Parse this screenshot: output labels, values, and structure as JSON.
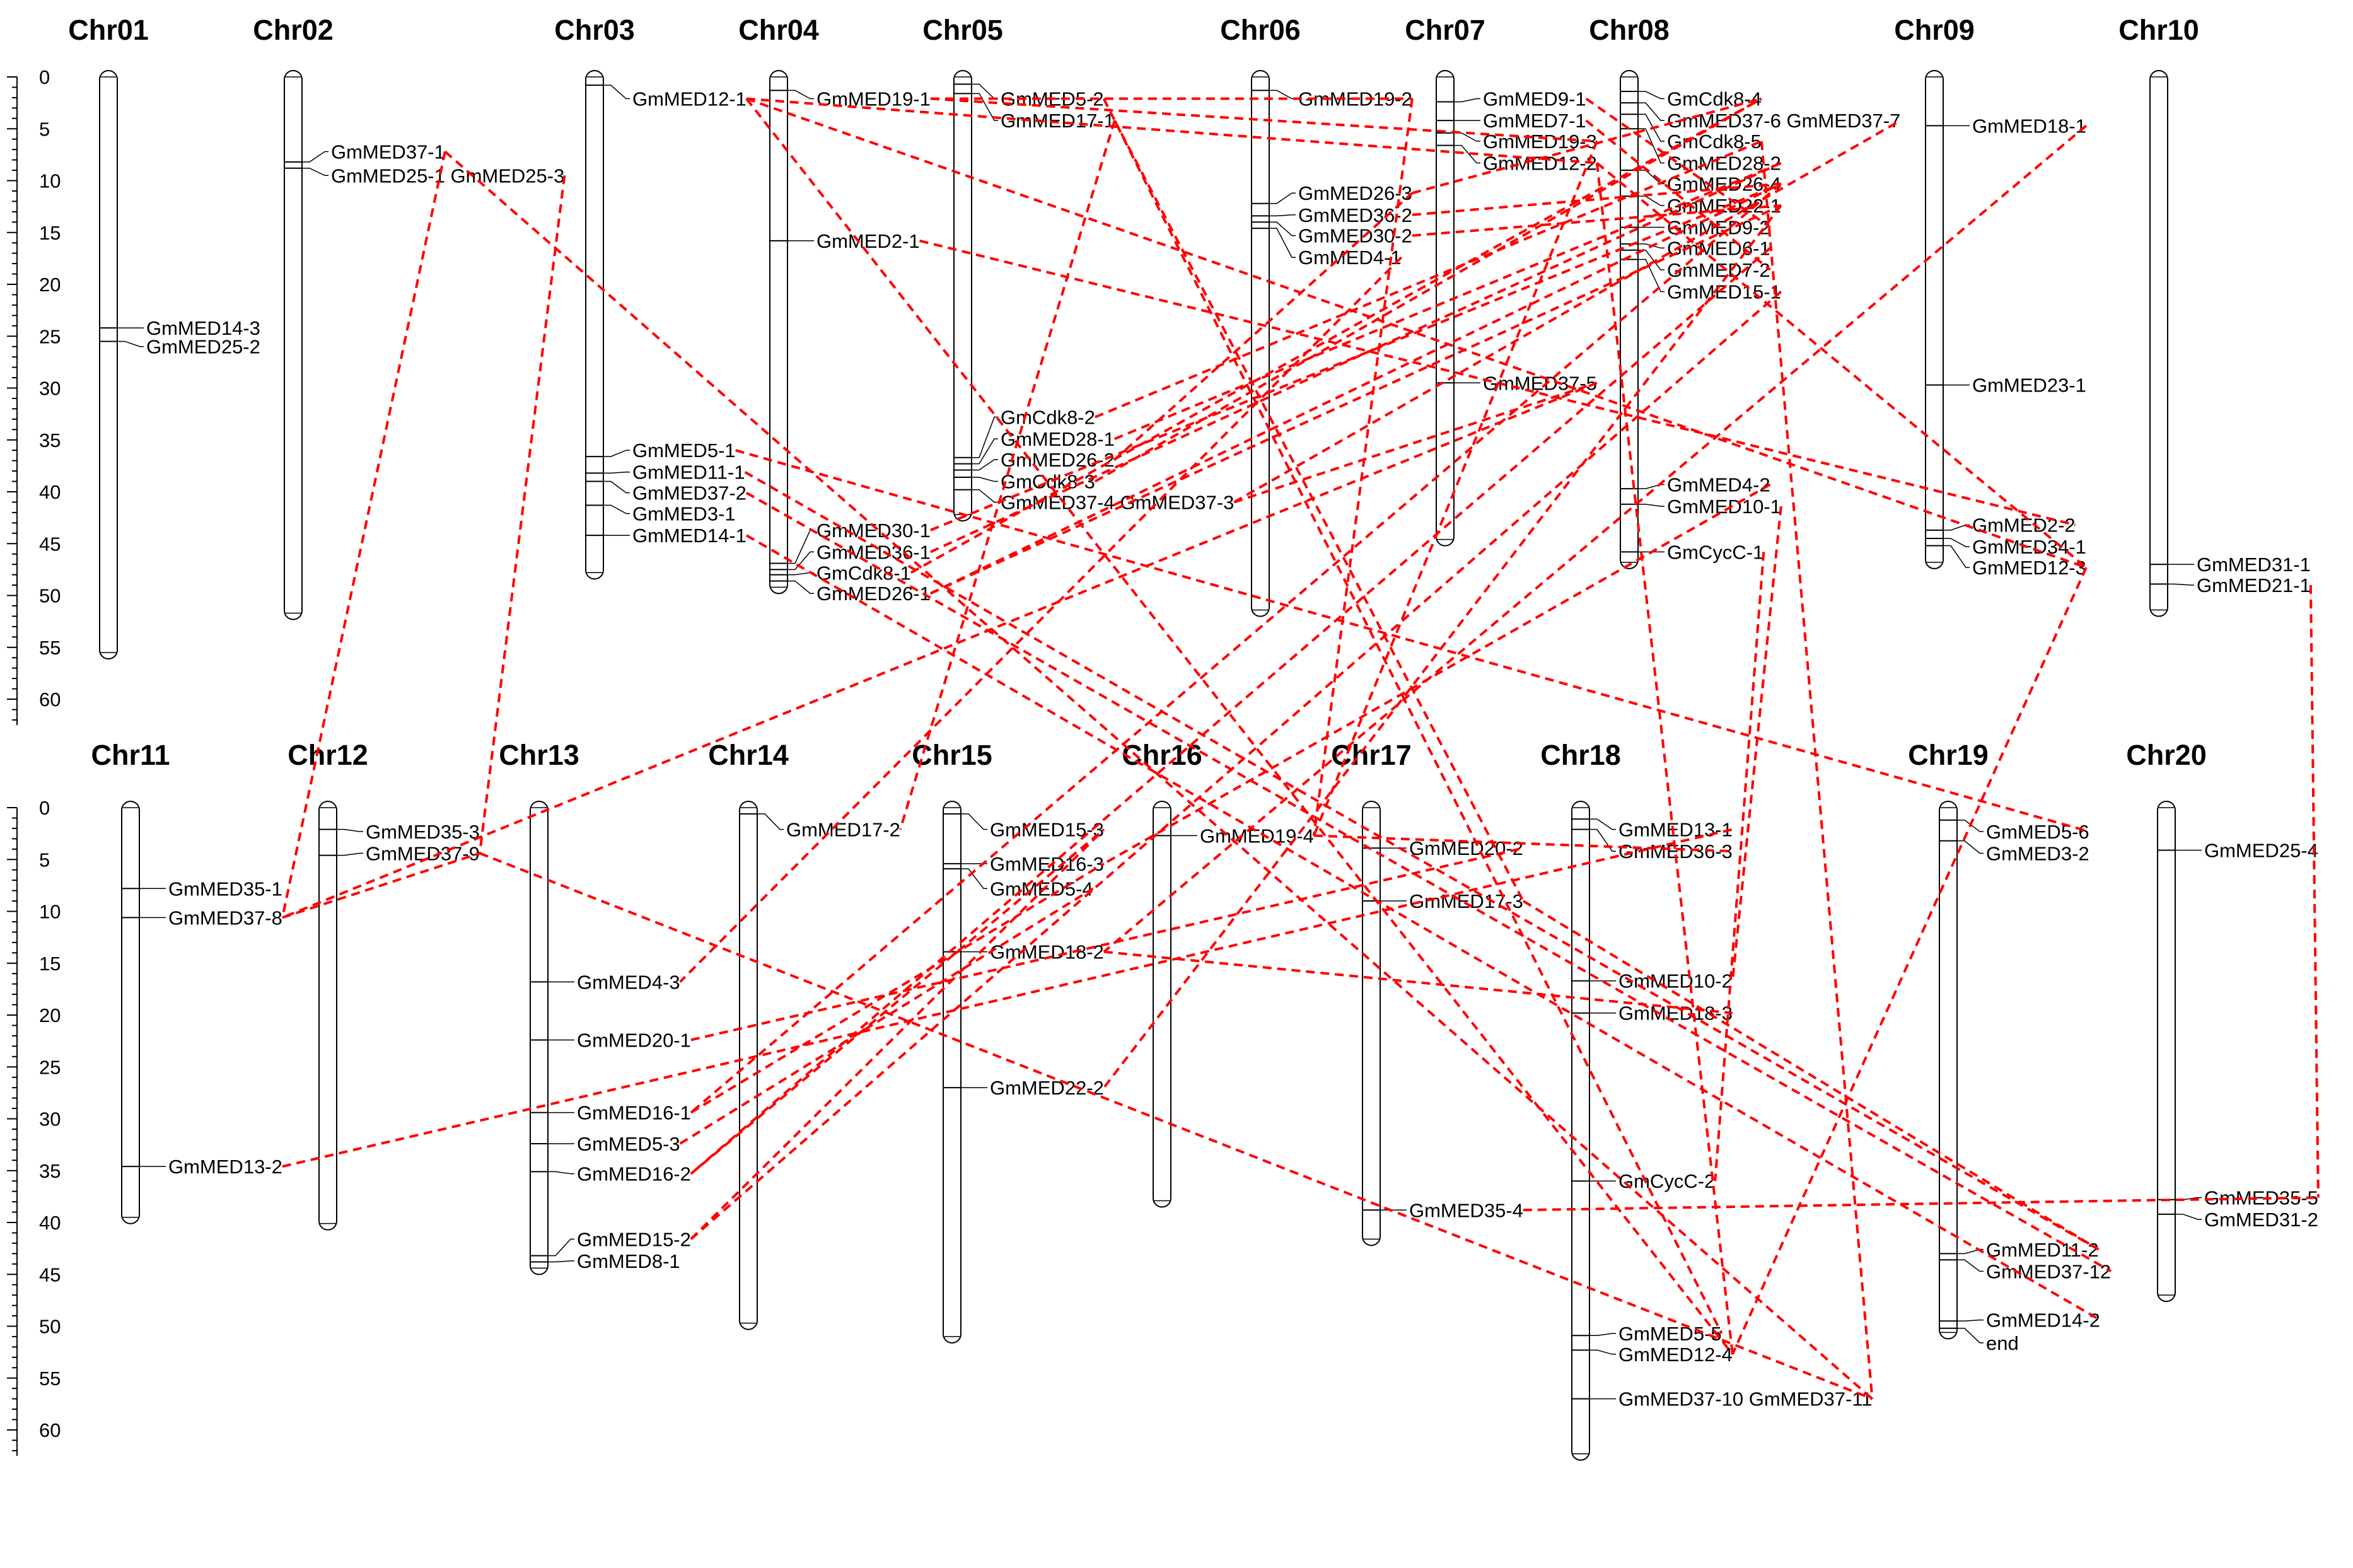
{
  "figure": {
    "colors": {
      "link": "#ff0000",
      "outline": "#000000",
      "background": "#ffffff"
    },
    "scale": {
      "ticks": [
        "0",
        "5",
        "10",
        "15",
        "20",
        "25",
        "30",
        "35",
        "40",
        "45",
        "50",
        "55",
        "60"
      ]
    },
    "chromosomes": [
      {
        "id": "Chr01",
        "label": "Chr01",
        "row": 0,
        "col": 0,
        "length": 55.5
      },
      {
        "id": "Chr02",
        "label": "Chr02",
        "row": 0,
        "col": 1,
        "length": 51.7
      },
      {
        "id": "Chr03",
        "label": "Chr03",
        "row": 0,
        "col": 2,
        "length": 47.8
      },
      {
        "id": "Chr04",
        "label": "Chr04",
        "row": 0,
        "col": 3,
        "length": 49.2
      },
      {
        "id": "Chr05",
        "label": "Chr05",
        "row": 0,
        "col": 4,
        "length": 42.2
      },
      {
        "id": "Chr06",
        "label": "Chr06",
        "row": 0,
        "col": 5,
        "length": 51.4
      },
      {
        "id": "Chr07",
        "label": "Chr07",
        "row": 0,
        "col": 6,
        "length": 44.6
      },
      {
        "id": "Chr08",
        "label": "Chr08",
        "row": 0,
        "col": 7,
        "length": 46.8
      },
      {
        "id": "Chr09",
        "label": "Chr09",
        "row": 0,
        "col": 8,
        "length": 46.8
      },
      {
        "id": "Chr10",
        "label": "Chr10",
        "row": 0,
        "col": 9,
        "length": 51.4
      },
      {
        "id": "Chr11",
        "label": "Chr11",
        "row": 1,
        "col": 0,
        "length": 39.5
      },
      {
        "id": "Chr12",
        "label": "Chr12",
        "row": 1,
        "col": 1,
        "length": 40.1
      },
      {
        "id": "Chr13",
        "label": "Chr13",
        "row": 1,
        "col": 2,
        "length": 44.4
      },
      {
        "id": "Chr14",
        "label": "Chr14",
        "row": 1,
        "col": 3,
        "length": 49.7
      },
      {
        "id": "Chr15",
        "label": "Chr15",
        "row": 1,
        "col": 4,
        "length": 51.0
      },
      {
        "id": "Chr16",
        "label": "Chr16",
        "row": 1,
        "col": 5,
        "length": 37.9
      },
      {
        "id": "Chr17",
        "label": "Chr17",
        "row": 1,
        "col": 6,
        "length": 41.6
      },
      {
        "id": "Chr18",
        "label": "Chr18",
        "row": 1,
        "col": 7,
        "length": 62.3
      },
      {
        "id": "Chr19",
        "label": "Chr19",
        "row": 1,
        "col": 8,
        "length": 50.6
      },
      {
        "id": "Chr20",
        "label": "Chr20",
        "row": 1,
        "col": 9,
        "length": 47.0
      }
    ],
    "genes": [
      {
        "id": "GmMED14-3",
        "label": "GmMED14-3",
        "chr": "Chr01",
        "pos": 24.2,
        "ly": 24.2
      },
      {
        "id": "GmMED25-2",
        "label": "GmMED25-2",
        "chr": "Chr01",
        "pos": 25.5,
        "ly": 26.0
      },
      {
        "id": "GmMED37-1",
        "label": "GmMED37-1",
        "chr": "Chr02",
        "pos": 8.2,
        "ly": 7.2
      },
      {
        "id": "GmMED25-1",
        "label": "GmMED25-1 GmMED25-3",
        "chr": "Chr02",
        "pos": 8.8,
        "ly": 9.5
      },
      {
        "id": "GmMED12-1",
        "label": "GmMED12-1",
        "chr": "Chr03",
        "pos": 0.8,
        "ly": 2.1
      },
      {
        "id": "GmMED5-1",
        "label": "GmMED5-1",
        "chr": "Chr03",
        "pos": 36.6,
        "ly": 36.0
      },
      {
        "id": "GmMED11-1",
        "label": "GmMED11-1",
        "chr": "Chr03",
        "pos": 38.2,
        "ly": 38.1
      },
      {
        "id": "GmMED37-2",
        "label": "GmMED37-2",
        "chr": "Chr03",
        "pos": 39.0,
        "ly": 40.1
      },
      {
        "id": "GmMED3-1",
        "label": "GmMED3-1",
        "chr": "Chr03",
        "pos": 41.3,
        "ly": 42.1
      },
      {
        "id": "GmMED14-1",
        "label": "GmMED14-1",
        "chr": "Chr03",
        "pos": 44.2,
        "ly": 44.2
      },
      {
        "id": "GmMED19-1",
        "label": "GmMED19-1",
        "chr": "Chr04",
        "pos": 1.3,
        "ly": 2.1
      },
      {
        "id": "GmMED2-1",
        "label": "GmMED2-1",
        "chr": "Chr04",
        "pos": 15.8,
        "ly": 15.8
      },
      {
        "id": "GmMED30-1",
        "label": "GmMED30-1",
        "chr": "Chr04",
        "pos": 46.9,
        "ly": 43.7
      },
      {
        "id": "GmMED36-1",
        "label": "GmMED36-1",
        "chr": "Chr04",
        "pos": 47.5,
        "ly": 45.8
      },
      {
        "id": "GmCdk8-1",
        "label": "GmCdk8-1",
        "chr": "Chr04",
        "pos": 48.0,
        "ly": 47.8
      },
      {
        "id": "GmMED26-1",
        "label": "GmMED26-1",
        "chr": "Chr04",
        "pos": 48.6,
        "ly": 49.8
      },
      {
        "id": "GmMED5-2",
        "label": "GmMED5-2",
        "chr": "Chr05",
        "pos": 0.7,
        "ly": 2.1
      },
      {
        "id": "GmMED17-1",
        "label": "GmMED17-1",
        "chr": "Chr05",
        "pos": 1.6,
        "ly": 4.2
      },
      {
        "id": "GmCdk8-2",
        "label": "GmCdk8-2",
        "chr": "Chr05",
        "pos": 36.7,
        "ly": 32.8
      },
      {
        "id": "GmMED28-1",
        "label": "GmMED28-1",
        "chr": "Chr05",
        "pos": 37.3,
        "ly": 34.9
      },
      {
        "id": "GmMED26-2",
        "label": "GmMED26-2",
        "chr": "Chr05",
        "pos": 37.9,
        "ly": 36.9
      },
      {
        "id": "GmCdk8-3",
        "label": "GmCdk8-3",
        "chr": "Chr05",
        "pos": 38.6,
        "ly": 39.0
      },
      {
        "id": "GmMED37-4",
        "label": "GmMED37-4 GmMED37-3",
        "chr": "Chr05",
        "pos": 39.8,
        "ly": 41.0
      },
      {
        "id": "GmMED19-2",
        "label": "GmMED19-2",
        "chr": "Chr06",
        "pos": 1.3,
        "ly": 2.1
      },
      {
        "id": "GmMED26-3",
        "label": "GmMED26-3",
        "chr": "Chr06",
        "pos": 12.2,
        "ly": 11.2
      },
      {
        "id": "GmMED36-2",
        "label": "GmMED36-2",
        "chr": "Chr06",
        "pos": 13.4,
        "ly": 13.3
      },
      {
        "id": "GmMED30-2",
        "label": "GmMED30-2",
        "chr": "Chr06",
        "pos": 14.0,
        "ly": 15.3
      },
      {
        "id": "GmMED4-1",
        "label": "GmMED4-1",
        "chr": "Chr06",
        "pos": 14.6,
        "ly": 17.4
      },
      {
        "id": "GmMED9-1",
        "label": "GmMED9-1",
        "chr": "Chr07",
        "pos": 2.4,
        "ly": 2.1
      },
      {
        "id": "GmMED7-1",
        "label": "GmMED7-1",
        "chr": "Chr07",
        "pos": 4.2,
        "ly": 4.2
      },
      {
        "id": "GmMED19-3",
        "label": "GmMED19-3",
        "chr": "Chr07",
        "pos": 5.4,
        "ly": 6.2
      },
      {
        "id": "GmMED12-2",
        "label": "GmMED12-2",
        "chr": "Chr07",
        "pos": 6.6,
        "ly": 8.3
      },
      {
        "id": "GmMED37-5",
        "label": "GmMED37-5",
        "chr": "Chr07",
        "pos": 29.5,
        "ly": 29.5
      },
      {
        "id": "GmCdk8-4",
        "label": "GmCdk8-4",
        "chr": "Chr08",
        "pos": 1.4,
        "ly": 2.1
      },
      {
        "id": "GmMED37-6",
        "label": "GmMED37-6 GmMED37-7",
        "chr": "Chr08",
        "pos": 2.5,
        "ly": 4.2
      },
      {
        "id": "GmCdk8-5",
        "label": "GmCdk8-5",
        "chr": "Chr08",
        "pos": 3.6,
        "ly": 6.2
      },
      {
        "id": "GmMED28-2",
        "label": "GmMED28-2",
        "chr": "Chr08",
        "pos": 5.0,
        "ly": 8.3
      },
      {
        "id": "GmMED26-4",
        "label": "GmMED26-4",
        "chr": "Chr08",
        "pos": 9.0,
        "ly": 10.3
      },
      {
        "id": "GmMED22-1",
        "label": "GmMED22-1",
        "chr": "Chr08",
        "pos": 11.5,
        "ly": 12.4
      },
      {
        "id": "GmMED9-2",
        "label": "GmMED9-2",
        "chr": "Chr08",
        "pos": 14.5,
        "ly": 14.5
      },
      {
        "id": "GmMED6-1",
        "label": "GmMED6-1",
        "chr": "Chr08",
        "pos": 16.1,
        "ly": 16.5
      },
      {
        "id": "GmMED7-2",
        "label": "GmMED7-2",
        "chr": "Chr08",
        "pos": 16.7,
        "ly": 18.6
      },
      {
        "id": "GmMED15-1",
        "label": "GmMED15-1",
        "chr": "Chr08",
        "pos": 17.6,
        "ly": 20.7
      },
      {
        "id": "GmMED4-2",
        "label": "GmMED4-2",
        "chr": "Chr08",
        "pos": 39.7,
        "ly": 39.3
      },
      {
        "id": "GmMED10-1",
        "label": "GmMED10-1",
        "chr": "Chr08",
        "pos": 41.2,
        "ly": 41.4
      },
      {
        "id": "GmCycC-1",
        "label": "GmCycC-1",
        "chr": "Chr08",
        "pos": 45.8,
        "ly": 45.8
      },
      {
        "id": "GmMED18-1",
        "label": "GmMED18-1",
        "chr": "Chr09",
        "pos": 4.7,
        "ly": 4.7
      },
      {
        "id": "GmMED23-1",
        "label": "GmMED23-1",
        "chr": "Chr09",
        "pos": 29.7,
        "ly": 29.7
      },
      {
        "id": "GmMED2-2",
        "label": "GmMED2-2",
        "chr": "Chr09",
        "pos": 43.7,
        "ly": 43.2
      },
      {
        "id": "GmMED34-1",
        "label": "GmMED34-1",
        "chr": "Chr09",
        "pos": 44.5,
        "ly": 45.3
      },
      {
        "id": "GmMED12-3",
        "label": "GmMED12-3",
        "chr": "Chr09",
        "pos": 45.2,
        "ly": 47.3
      },
      {
        "id": "GmMED31-1",
        "label": "GmMED31-1",
        "chr": "Chr10",
        "pos": 47.0,
        "ly": 47.0
      },
      {
        "id": "GmMED21-1",
        "label": "GmMED21-1",
        "chr": "Chr10",
        "pos": 48.9,
        "ly": 49.0
      },
      {
        "id": "GmMED35-1",
        "label": "GmMED35-1",
        "chr": "Chr11",
        "pos": 7.8,
        "ly": 7.8
      },
      {
        "id": "GmMED37-8",
        "label": "GmMED37-8",
        "chr": "Chr11",
        "pos": 10.6,
        "ly": 10.6
      },
      {
        "id": "GmMED13-2",
        "label": "GmMED13-2",
        "chr": "Chr11",
        "pos": 34.6,
        "ly": 34.6
      },
      {
        "id": "GmMED35-3",
        "label": "GmMED35-3",
        "chr": "Chr12",
        "pos": 2.1,
        "ly": 2.3
      },
      {
        "id": "GmMED37-9",
        "label": "GmMED37-9",
        "chr": "Chr12",
        "pos": 4.6,
        "ly": 4.4
      },
      {
        "id": "GmMED4-3",
        "label": "GmMED4-3",
        "chr": "Chr13",
        "pos": 16.8,
        "ly": 16.8
      },
      {
        "id": "GmMED20-1",
        "label": "GmMED20-1",
        "chr": "Chr13",
        "pos": 22.4,
        "ly": 22.4
      },
      {
        "id": "GmMED16-1",
        "label": "GmMED16-1",
        "chr": "Chr13",
        "pos": 29.4,
        "ly": 29.4
      },
      {
        "id": "GmMED5-3",
        "label": "GmMED5-3",
        "chr": "Chr13",
        "pos": 32.4,
        "ly": 32.4
      },
      {
        "id": "GmMED16-2",
        "label": "GmMED16-2",
        "chr": "Chr13",
        "pos": 35.1,
        "ly": 35.3
      },
      {
        "id": "GmMED15-2",
        "label": "GmMED15-2",
        "chr": "Chr13",
        "pos": 43.2,
        "ly": 41.6
      },
      {
        "id": "GmMED8-1",
        "label": "GmMED8-1",
        "chr": "Chr13",
        "pos": 43.8,
        "ly": 43.7
      },
      {
        "id": "GmMED17-2",
        "label": "GmMED17-2",
        "chr": "Chr14",
        "pos": 0.6,
        "ly": 2.1
      },
      {
        "id": "GmMED15-3",
        "label": "GmMED15-3",
        "chr": "Chr15",
        "pos": 0.6,
        "ly": 2.1
      },
      {
        "id": "GmMED16-3",
        "label": "GmMED16-3",
        "chr": "Chr15",
        "pos": 5.4,
        "ly": 5.4
      },
      {
        "id": "GmMED5-4",
        "label": "GmMED5-4",
        "chr": "Chr15",
        "pos": 5.9,
        "ly": 7.8
      },
      {
        "id": "GmMED18-2",
        "label": "GmMED18-2",
        "chr": "Chr15",
        "pos": 13.9,
        "ly": 13.9
      },
      {
        "id": "GmMED22-2",
        "label": "GmMED22-2",
        "chr": "Chr15",
        "pos": 27.0,
        "ly": 27.0
      },
      {
        "id": "GmMED19-4",
        "label": "GmMED19-4",
        "chr": "Chr16",
        "pos": 2.7,
        "ly": 2.7
      },
      {
        "id": "GmMED20-2",
        "label": "GmMED20-2",
        "chr": "Chr17",
        "pos": 3.9,
        "ly": 3.9
      },
      {
        "id": "GmMED17-3",
        "label": "GmMED17-3",
        "chr": "Chr17",
        "pos": 9.0,
        "ly": 9.0
      },
      {
        "id": "GmMED35-4",
        "label": "GmMED35-4",
        "chr": "Chr17",
        "pos": 38.8,
        "ly": 38.8
      },
      {
        "id": "GmMED13-1",
        "label": "GmMED13-1",
        "chr": "Chr18",
        "pos": 1.1,
        "ly": 2.1
      },
      {
        "id": "GmMED36-3",
        "label": "GmMED36-3",
        "chr": "Chr18",
        "pos": 2.1,
        "ly": 4.2
      },
      {
        "id": "GmMED10-2",
        "label": "GmMED10-2",
        "chr": "Chr18",
        "pos": 16.7,
        "ly": 16.7
      },
      {
        "id": "GmMED18-3",
        "label": "GmMED18-3",
        "chr": "Chr18",
        "pos": 19.8,
        "ly": 19.8
      },
      {
        "id": "GmCycC-2",
        "label": "GmCycC-2",
        "chr": "Chr18",
        "pos": 36.0,
        "ly": 36.0
      },
      {
        "id": "GmMED5-5",
        "label": "GmMED5-5",
        "chr": "Chr18",
        "pos": 50.9,
        "ly": 50.7
      },
      {
        "id": "GmMED12-4",
        "label": "GmMED12-4",
        "chr": "Chr18",
        "pos": 52.3,
        "ly": 52.7
      },
      {
        "id": "GmMED37-10",
        "label": "GmMED37-10 GmMED37-11",
        "chr": "Chr18",
        "pos": 57.0,
        "ly": 57.0
      },
      {
        "id": "GmMED5-6",
        "label": "GmMED5-6",
        "chr": "Chr19",
        "pos": 1.2,
        "ly": 2.3
      },
      {
        "id": "GmMED3-2",
        "label": "GmMED3-2",
        "chr": "Chr19",
        "pos": 3.2,
        "ly": 4.4
      },
      {
        "id": "GmMED11-2",
        "label": "GmMED11-2",
        "chr": "Chr19",
        "pos": 43.0,
        "ly": 42.6
      },
      {
        "id": "GmMED37-12",
        "label": "GmMED37-12",
        "chr": "Chr19",
        "pos": 43.6,
        "ly": 44.7
      },
      {
        "id": "GmMED14-2",
        "label": "GmMED14-2",
        "chr": "Chr19",
        "pos": 49.5,
        "ly": 49.4
      },
      {
        "id": "end",
        "label": "end",
        "chr": "Chr19",
        "pos": 50.2,
        "ly": 51.6
      },
      {
        "id": "GmMED25-4",
        "label": "GmMED25-4",
        "chr": "Chr20",
        "pos": 4.1,
        "ly": 4.1
      },
      {
        "id": "GmMED35-5",
        "label": "GmMED35-5",
        "chr": "Chr20",
        "pos": 37.8,
        "ly": 37.6
      },
      {
        "id": "GmMED31-2",
        "label": "GmMED31-2",
        "chr": "Chr20",
        "pos": 39.2,
        "ly": 39.7
      }
    ],
    "links": [
      [
        "GmMED12-1",
        "GmMED12-2"
      ],
      [
        "GmMED12-1",
        "GmMED12-3"
      ],
      [
        "GmMED12-1",
        "GmMED12-4"
      ],
      [
        "GmMED12-2",
        "GmMED12-3"
      ],
      [
        "GmMED12-2",
        "GmMED12-4"
      ],
      [
        "GmMED19-1",
        "GmMED19-2"
      ],
      [
        "GmMED19-1",
        "GmMED19-3"
      ],
      [
        "GmMED19-2",
        "GmMED19-4"
      ],
      [
        "GmMED17-1",
        "GmMED17-2"
      ],
      [
        "GmMED17-1",
        "GmMED17-3"
      ],
      [
        "GmMED5-2",
        "GmMED5-5"
      ],
      [
        "GmMED5-1",
        "GmMED5-6"
      ],
      [
        "GmMED5-3",
        "GmMED5-4"
      ],
      [
        "GmMED2-1",
        "GmMED2-2"
      ],
      [
        "GmMED37-1",
        "GmMED37-8"
      ],
      [
        "GmMED37-1",
        "GmMED37-10"
      ],
      [
        "GmMED25-1",
        "GmMED37-9"
      ],
      [
        "GmMED37-8",
        "GmMED37-9"
      ],
      [
        "GmMED37-9",
        "GmMED37-10"
      ],
      [
        "GmMED11-1",
        "GmMED11-2"
      ],
      [
        "GmMED37-2",
        "GmMED37-12"
      ],
      [
        "GmMED14-1",
        "GmMED14-2"
      ],
      [
        "GmMED37-4",
        "GmMED37-5"
      ],
      [
        "GmMED37-4",
        "GmMED37-6"
      ],
      [
        "GmMED30-1",
        "GmMED26-4"
      ],
      [
        "GmMED36-1",
        "GmMED28-2"
      ],
      [
        "GmCdk8-1",
        "GmCdk8-4"
      ],
      [
        "GmMED26-1",
        "GmMED26-4"
      ],
      [
        "GmMED26-1",
        "GmMED22-1"
      ],
      [
        "GmCdk8-2",
        "GmCdk8-5"
      ],
      [
        "GmMED28-1",
        "GmMED28-2"
      ],
      [
        "GmMED26-2",
        "GmMED26-3"
      ],
      [
        "GmCdk8-3",
        "GmCdk8-4"
      ],
      [
        "GmMED26-3",
        "GmCdk8-4"
      ],
      [
        "GmMED36-2",
        "GmMED26-4"
      ],
      [
        "GmMED30-2",
        "GmMED22-1"
      ],
      [
        "GmMED4-1",
        "GmMED4-3"
      ],
      [
        "GmMED9-1",
        "GmMED9-2"
      ],
      [
        "GmMED7-1",
        "GmMED7-2"
      ],
      [
        "GmMED19-3",
        "GmMED19-4"
      ],
      [
        "GmMED37-5",
        "GmMED37-8"
      ],
      [
        "GmCdk8-5",
        "GmMED37-10"
      ],
      [
        "GmMED15-1",
        "GmMED15-2"
      ],
      [
        "GmMED22-1",
        "GmMED22-2"
      ],
      [
        "GmMED26-4",
        "GmMED16-1"
      ],
      [
        "GmMED6-1",
        "GmMED16-2"
      ],
      [
        "GmMED4-2",
        "GmMED16-3"
      ],
      [
        "GmMED10-1",
        "GmMED10-2"
      ],
      [
        "GmCycC-1",
        "GmCycC-2"
      ],
      [
        "GmMED18-1",
        "GmMED18-2"
      ],
      [
        "GmMED12-3",
        "GmMED12-4"
      ],
      [
        "GmMED21-1",
        "GmMED35-5"
      ],
      [
        "GmMED13-2",
        "GmMED13-1"
      ],
      [
        "GmMED20-1",
        "GmMED20-2"
      ],
      [
        "GmMED16-1",
        "GmMED16-3"
      ],
      [
        "GmMED16-2",
        "GmMED15-3"
      ],
      [
        "GmMED15-2",
        "GmMED15-3"
      ],
      [
        "GmMED18-2",
        "GmMED18-3"
      ],
      [
        "GmMED19-4",
        "GmMED36-3"
      ],
      [
        "GmMED17-3",
        "GmMED11-2"
      ],
      [
        "GmMED35-4",
        "GmMED35-5"
      ]
    ]
  }
}
